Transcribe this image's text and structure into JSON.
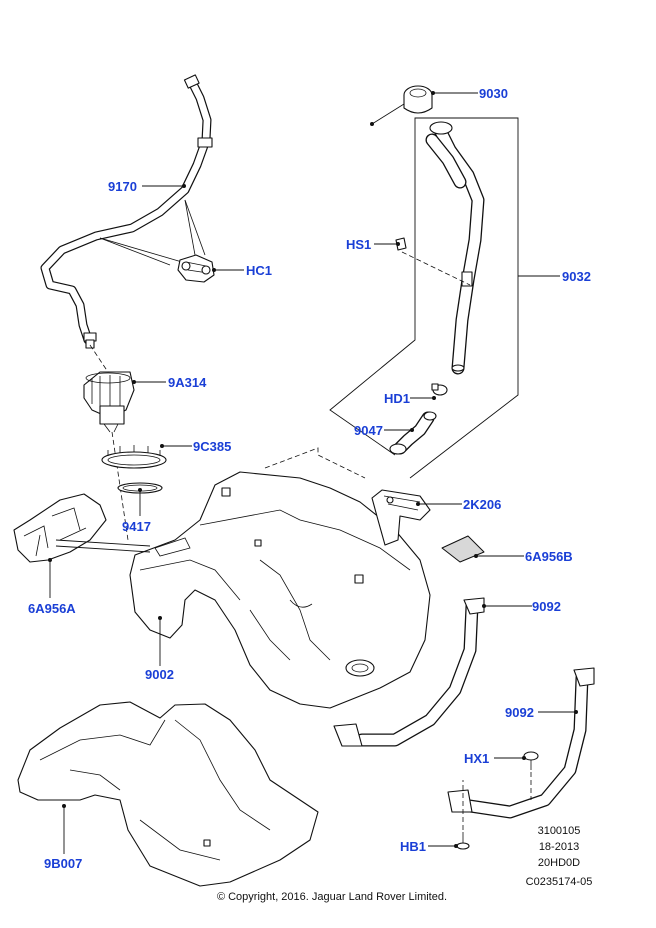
{
  "labels": {
    "l9030": "9030",
    "l9170": "9170",
    "lHS1": "HS1",
    "lHC1": "HC1",
    "l9032": "9032",
    "l9A314": "9A314",
    "lHD1": "HD1",
    "l9C385": "9C385",
    "l9047": "9047",
    "l2K206": "2K206",
    "l9417": "9417",
    "l6A956B": "6A956B",
    "l6A956A": "6A956A",
    "l9092a": "9092",
    "l9002": "9002",
    "l9092b": "9092",
    "lHX1": "HX1",
    "l9B007": "9B007",
    "lHB1": "HB1"
  },
  "reference": {
    "line1": "3100105",
    "line2": "18-2013",
    "line3": "20HD0D",
    "line4": "C0235174-05"
  },
  "copyright": "© Copyright, 2016. Jaguar Land Rover Limited.",
  "colors": {
    "label": "#1a3fd6",
    "line": "#111111",
    "background": "#ffffff"
  }
}
